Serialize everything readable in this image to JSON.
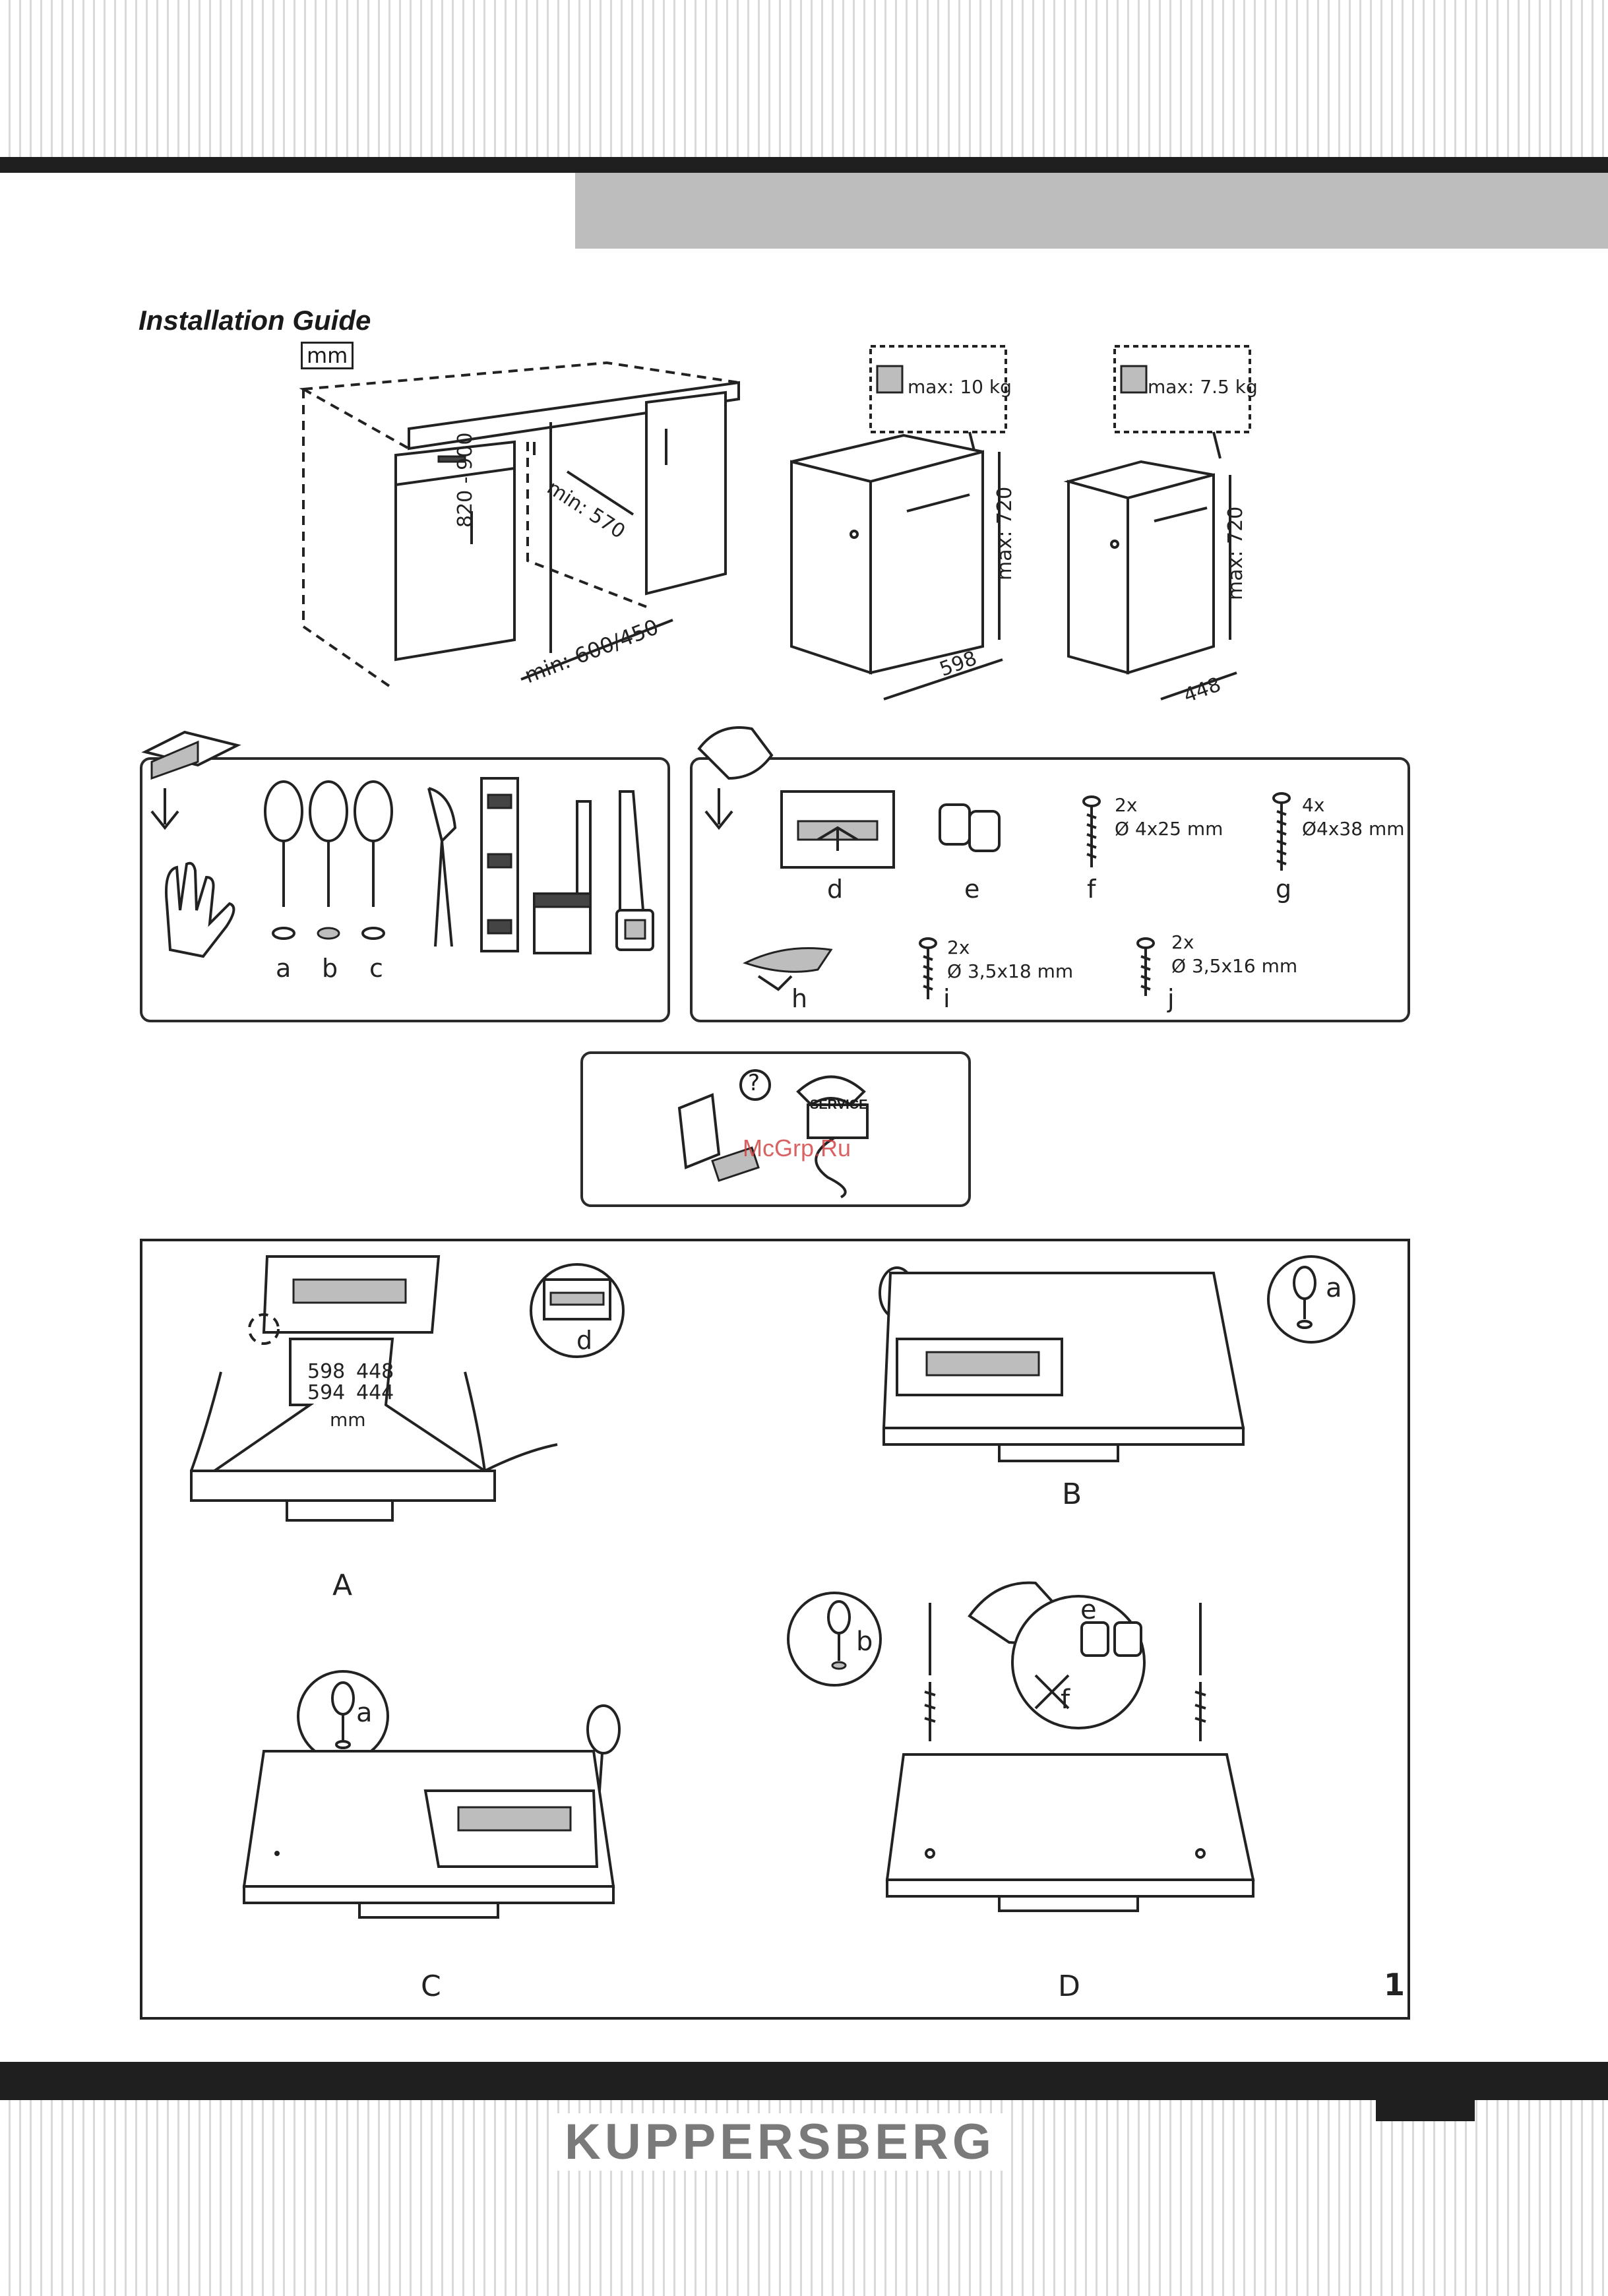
{
  "header": {
    "section_title": "Installation Guide",
    "unit_label": "mm"
  },
  "dimensions": {
    "height_range": "820 - 900",
    "min_depth": "min: 570",
    "min_width": "min: 600/450",
    "weight_large": "max: 10 kg",
    "weight_small": "max: 7.5 kg",
    "max_height_large": "max: 720",
    "max_height_small": "max: 720",
    "width_large": "598",
    "width_small": "448"
  },
  "tools": {
    "labels": [
      "a",
      "b",
      "c"
    ]
  },
  "parts": {
    "d": {
      "label": "d"
    },
    "e": {
      "label": "e"
    },
    "f": {
      "label": "f",
      "qty": "2x",
      "size": "Ø 4x25 mm"
    },
    "g": {
      "label": "g",
      "qty": "4x",
      "size": "Ø4x38 mm"
    },
    "h": {
      "label": "h"
    },
    "i": {
      "label": "i",
      "qty": "2x",
      "size": "Ø 3,5x18 mm"
    },
    "j": {
      "label": "j",
      "qty": "2x",
      "size": "Ø 3,5x16 mm"
    }
  },
  "service": {
    "badge": "SERVICE",
    "question": "?",
    "watermark": "McGrp.Ru"
  },
  "steps": {
    "A": {
      "label": "A",
      "template_d": "d",
      "dims_row1_left": "598",
      "dims_row1_right": "448",
      "dims_row2_left": "594",
      "dims_row2_right": "444",
      "unit": "mm"
    },
    "B": {
      "label": "B",
      "tool": "a"
    },
    "C": {
      "label": "C",
      "tool": "a"
    },
    "D": {
      "label": "D",
      "tool": "b",
      "part_e": "e",
      "part_f": "f"
    },
    "figure_number": "1"
  },
  "footer": {
    "brand": "KUPPERSBERG"
  },
  "colors": {
    "dark_bar": "#1f1f1f",
    "grey_band": "#bdbdbd",
    "brand_grey": "#7a7a7a",
    "watermark_red": "#d23a3a"
  }
}
